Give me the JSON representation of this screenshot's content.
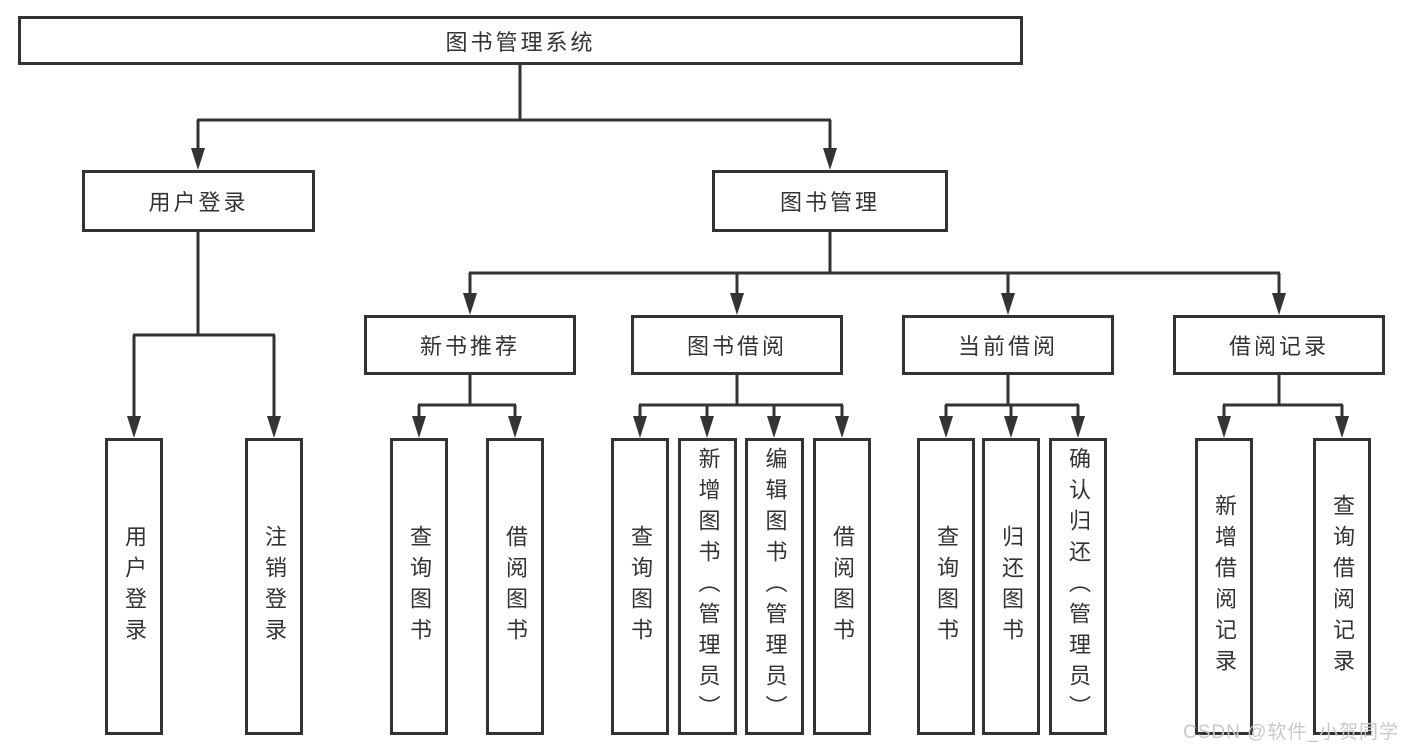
{
  "tree": {
    "root": {
      "label": "图书管理系统"
    },
    "branches": [
      {
        "label": "用户登录",
        "children": [
          {
            "label": "用户登录"
          },
          {
            "label": "注销登录"
          }
        ]
      },
      {
        "label": "图书管理",
        "children": [
          {
            "label": "新书推荐",
            "children": [
              {
                "label": "查询图书"
              },
              {
                "label": "借阅图书"
              }
            ]
          },
          {
            "label": "图书借阅",
            "children": [
              {
                "label": "查询图书"
              },
              {
                "label": "新增图书（管理员）"
              },
              {
                "label": "编辑图书（管理员）"
              },
              {
                "label": "借阅图书"
              }
            ]
          },
          {
            "label": "当前借阅",
            "children": [
              {
                "label": "查询图书"
              },
              {
                "label": "归还图书"
              },
              {
                "label": "确认归还（管理员）"
              }
            ]
          },
          {
            "label": "借阅记录",
            "children": [
              {
                "label": "新增借阅记录"
              },
              {
                "label": "查询借阅记录"
              }
            ]
          }
        ]
      }
    ]
  },
  "watermark": "CSDN @软件_小贺同学",
  "colors": {
    "line": "#333333",
    "text": "#333333",
    "box_background": "#ffffff",
    "page_background": "#ffffff",
    "watermark": "#c9c9c9"
  }
}
